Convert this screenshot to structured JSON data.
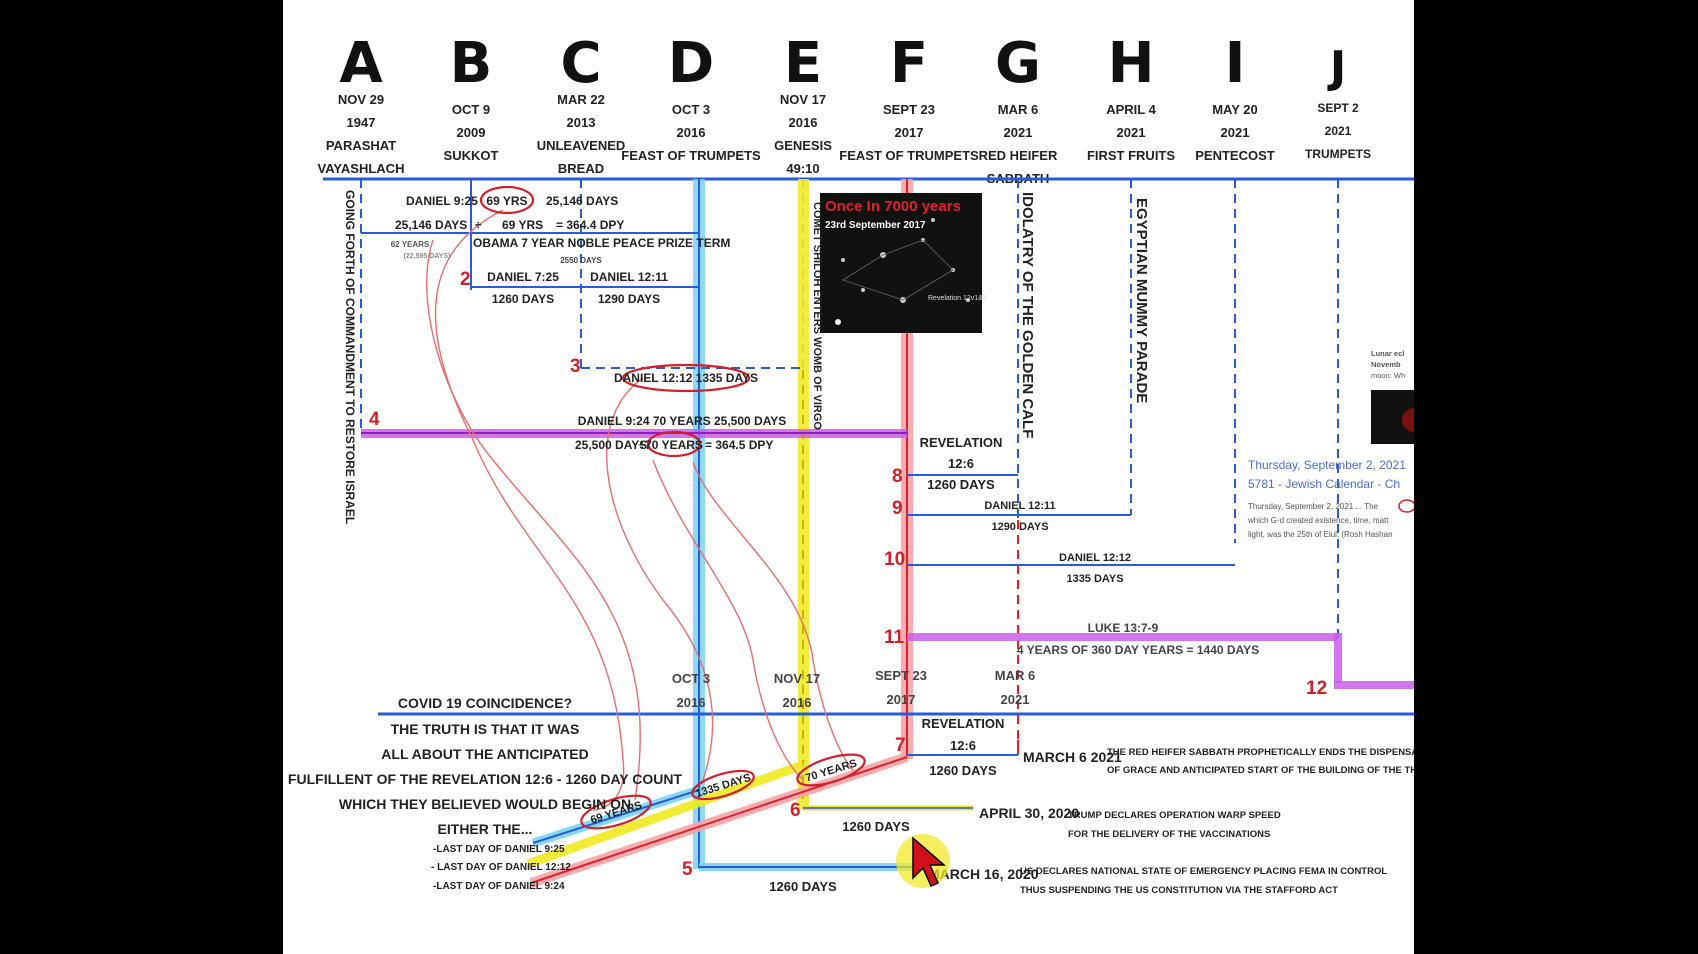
{
  "columns": [
    {
      "letter": "A",
      "lines": [
        "NOV 29",
        "1947",
        "PARASHAT",
        "VAYASHLACH"
      ]
    },
    {
      "letter": "B",
      "lines": [
        "OCT 9",
        "2009",
        "SUKKOT"
      ]
    },
    {
      "letter": "C",
      "lines": [
        "MAR 22",
        "2013",
        "UNLEAVENED",
        "BREAD"
      ]
    },
    {
      "letter": "D",
      "lines": [
        "OCT 3",
        "2016",
        "FEAST OF TRUMPETS"
      ]
    },
    {
      "letter": "E",
      "lines": [
        "NOV 17",
        "2016",
        "GENESIS",
        "49:10"
      ]
    },
    {
      "letter": "F",
      "lines": [
        "SEPT 23",
        "2017",
        "FEAST OF TRUMPETS"
      ]
    },
    {
      "letter": "G",
      "lines": [
        "MAR 6",
        "2021",
        "RED HEIFER",
        "SABBATH"
      ]
    },
    {
      "letter": "H",
      "lines": [
        "APRIL 4",
        "2021",
        "FIRST FRUITS"
      ]
    },
    {
      "letter": "I",
      "lines": [
        "MAY 20",
        "2021",
        "PENTECOST"
      ]
    },
    {
      "letter": "J",
      "lines": [
        "SEPT 2",
        "2021",
        "TRUMPETS"
      ]
    }
  ],
  "labels": {
    "daniel925": "DANIEL 9:25",
    "yrs69": "69 YRS",
    "days25146": "25,146 DAYS",
    "days25146b": "25,146 DAYS",
    "plus": "÷",
    "yrs69b": "69 YRS",
    "dpy3644": "= 364.4 DPY",
    "obama": "OBAMA 7 YEAR NOBLE PEACE PRIZE TERM",
    "years62": "62 YEARS",
    "days22595": "(22,595 DAYS)",
    "days2550": "2550 DAYS",
    "daniel725": "DANIEL 7:25",
    "days1260a": "1260 DAYS",
    "daniel1211": "DANIEL 12:11",
    "days1290a": "1290 DAYS",
    "daniel1212": "DANIEL 12:12 1335 DAYS",
    "daniel924": "DANIEL 9:24  70 YEARS  25,500 DAYS",
    "days25500": "25,500 DAYS",
    "div": "÷",
    "yrs70": "70 YEARS",
    "dpy3645": "= 364.5 DPY",
    "going": "GOING FORTH OF COMMANDMENT TO RESTORE ISRAEL",
    "comet": "COMET SHILOH ENTERS WOMB OF VIRGO",
    "idolatry": "IDOLATRY OF THE GOLDEN CALF",
    "mummy": "EGYPTIAN MUMMY PARADE",
    "rev126": "REVELATION",
    "rev126b": "12:6",
    "days1260b": "1260 DAYS",
    "daniel1211b": "DANIEL 12:11",
    "days1290b": "1290 DAYS",
    "daniel1212b": "DANIEL 12:12",
    "days1335b": "1335 DAYS",
    "luke": "LUKE 13:7-9",
    "fouryears": "4 YEARS OF 360 DAY YEARS = 1440 DAYS",
    "bOct3": "OCT 3",
    "b2016a": "2016",
    "bNov17": "NOV 17",
    "b2016b": "2016",
    "bSept23": "SEPT 23",
    "b2017": "2017",
    "bMar6": "MAR 6",
    "b2021": "2021",
    "covid": [
      "COVID 19 COINCIDENCE?",
      "THE TRUTH IS THAT IT WAS",
      "ALL ABOUT THE ANTICIPATED",
      "FULFILLENT OF THE REVELATION 12:6 - 1260 DAY COUNT",
      "WHICH THEY BELIEVED WOULD BEGIN ON",
      "EITHER THE..."
    ],
    "last925": "-LAST DAY OF DANIEL 9:25",
    "last1212": "- LAST DAY OF DANIEL 12:12",
    "last924": "-LAST DAY OF DANIEL 9:24",
    "rev126c": "REVELATION",
    "rev126d": "12:6",
    "days1260c": "1260 DAYS",
    "march6": "MARCH 6 2021",
    "heifer": [
      "THE RED HEIFER SABBATH PROPHETICALLY ENDS THE DISPENSATION",
      "OF GRACE AND ANTICIPATED START OF THE BUILDING OF THE THIRD TEMPLE"
    ],
    "april30": "APRIL 30, 2020",
    "trump": [
      "TRUMP DECLARES OPERATION WARP SPEED",
      "FOR THE DELIVERY OF THE VACCINATIONS"
    ],
    "days1260d": "1260 DAYS",
    "march16": "MARCH 16, 2020",
    "us": [
      "US DECLARES NATIONAL STATE OF EMERGENCY PLACING FEMA IN CONTROL",
      "THUS SUSPENDING THE US CONSTITUTION VIA THE STAFFORD ACT"
    ],
    "days1260e": "1260 DAYS",
    "ov69": "69 YEARS",
    "ov1335": "1335 DAYS",
    "ov70": "70 YEARS"
  },
  "numbers": [
    "2",
    "3",
    "4",
    "5",
    "6",
    "7",
    "8",
    "9",
    "10",
    "11",
    "12"
  ],
  "inset": {
    "title": "Once In 7000 years",
    "subtitle": "23rd September 2017",
    "caption": "Revelation 12v1&2"
  },
  "side": {
    "lunar": [
      "Lunar ecl",
      "Novemb",
      "moon: Wh"
    ],
    "thursday": "Thursday, September 2, 2021",
    "calendar": "5781 - Jewish Calendar - Ch",
    "snippet": [
      "Thursday, September 2, 2021 ... The",
      "which G-d created existence, time, matt",
      "light, was the 25th of Elul. (Rosh Hashan"
    ]
  },
  "colors": {
    "blue": "#2a5bd7",
    "magenta": "#b43ce0",
    "red": "#e0202a",
    "yellow": "#f2ea2a",
    "cyan": "#7ad4f2",
    "pink": "#f4a6a8"
  }
}
